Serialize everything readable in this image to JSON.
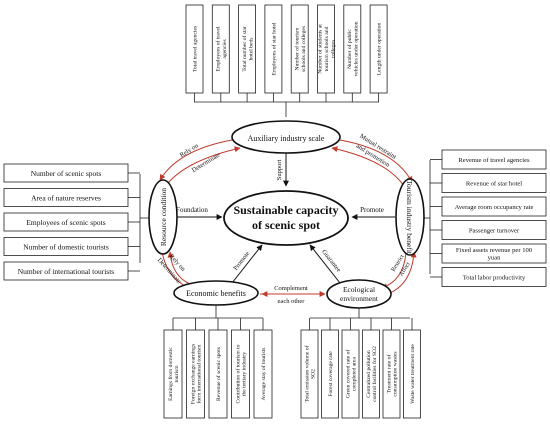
{
  "center": {
    "line1": "Sustainable capacity",
    "line2": "of scenic spot"
  },
  "nodes": {
    "auxiliary": "Auxiliary industry scale",
    "resource": "Resource condition",
    "tourism_industry": "Tourism industry benefit",
    "economic": "Economic benefits",
    "ecological_1": "Ecological",
    "ecological_2": "environment"
  },
  "arrow_labels": {
    "support": "Support",
    "foundation": "Foundation",
    "promote_right": "Promote",
    "promote_left": "Promote",
    "guarantee": "Guarantee"
  },
  "relation_labels": {
    "rely_on_top": "Rely on",
    "determinate_top": "Determinate",
    "mutual_1": "Mutual restraint",
    "mutual_2": "and promotion",
    "rely_on_bottom": "Rely on",
    "determinate_bottom": "Determinate",
    "restrict": "Restrict",
    "affect": "Affect",
    "complement_1": "Complement",
    "complement_2": "each other"
  },
  "top_indicators": [
    "Total travel agencies",
    "Employees of travel agencies",
    "Total number of star hotel beds",
    "Employees of star hotel",
    "Number of tourism schools and colleges",
    "Number of students at tourism schools and colleges",
    "Number of public vehicles under operation",
    "Length under operation"
  ],
  "left_indicators": [
    "Number of scenic spots",
    "Area of nature reserves",
    "Employees of scenic spots",
    "Number of domestic tourists",
    "Number of international tourists"
  ],
  "right_indicators": [
    "Revenue of travel agencies",
    "Revenue of star hotel",
    "Average room occupancy rate",
    "Passenger turnover",
    "Fixed assets revenue per 100 yuan",
    "Total labor productivity"
  ],
  "bottom_left_indicators": [
    "Earnings from domestic tourism",
    "Foreign exchange earnings form international tourism",
    "Revenue of scenic spots",
    "Contribution of tourism to the tertiary industry",
    "Average stay of tourists"
  ],
  "bottom_right_indicators": [
    "Total emission volume of SO2",
    "Forest coverage rate",
    "Green covered rate of completed area",
    "Centralized pollution control facilities for SO2",
    "Treatment rate of consumption wastes",
    "Waste water treatment rate"
  ]
}
